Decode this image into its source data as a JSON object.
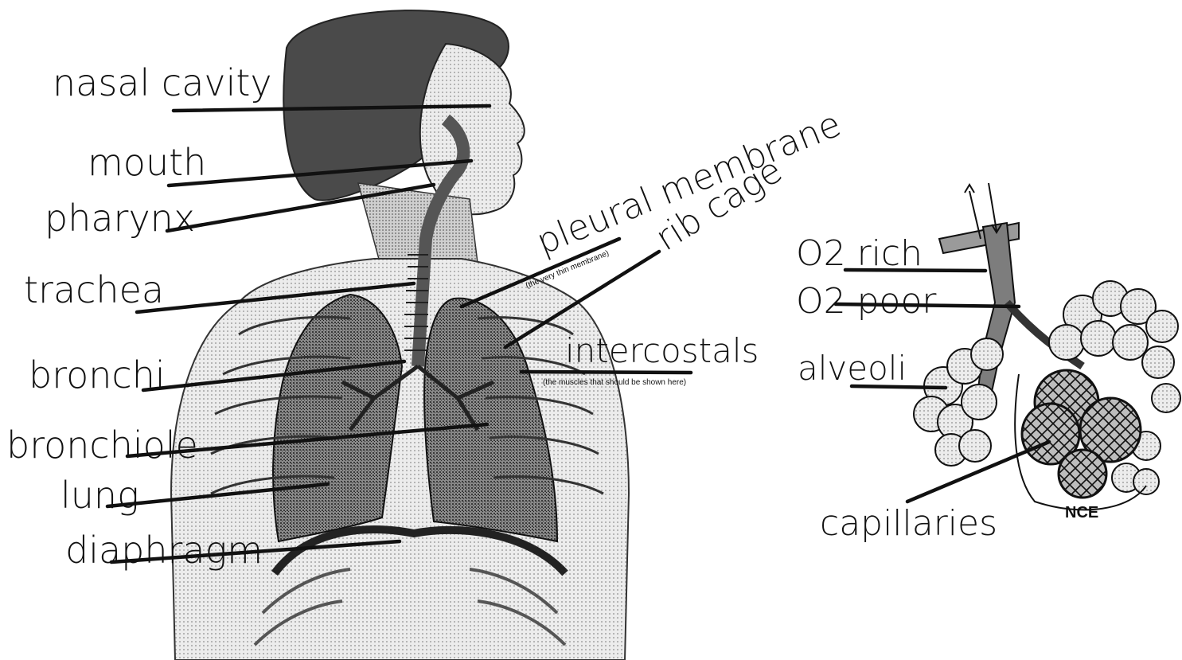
{
  "labels": {
    "nasal_cavity": "nasal cavity",
    "mouth": "mouth",
    "pharynx": "pharynx",
    "trachea": "trachea",
    "bronchi": "bronchi",
    "bronchiole": "bronchiole",
    "lung": "lung",
    "diaphragm": "diaphragm",
    "pleural_membrane": "pleural membrane",
    "pleural_note": "(the very thin membrane)",
    "rib_cage": "rib cage",
    "intercostals": "intercostals",
    "intercostals_note": "(the muscles that should be shown here)",
    "o2_rich": "O2 rich",
    "o2_poor": "O2 poor",
    "alveoli": "alveoli",
    "capillaries": "capillaries"
  },
  "colors": {
    "ink": "#111111",
    "shading": "#8a8a8a",
    "lung_fill": "#6f6f6f",
    "skin": "#d6d6d6"
  }
}
